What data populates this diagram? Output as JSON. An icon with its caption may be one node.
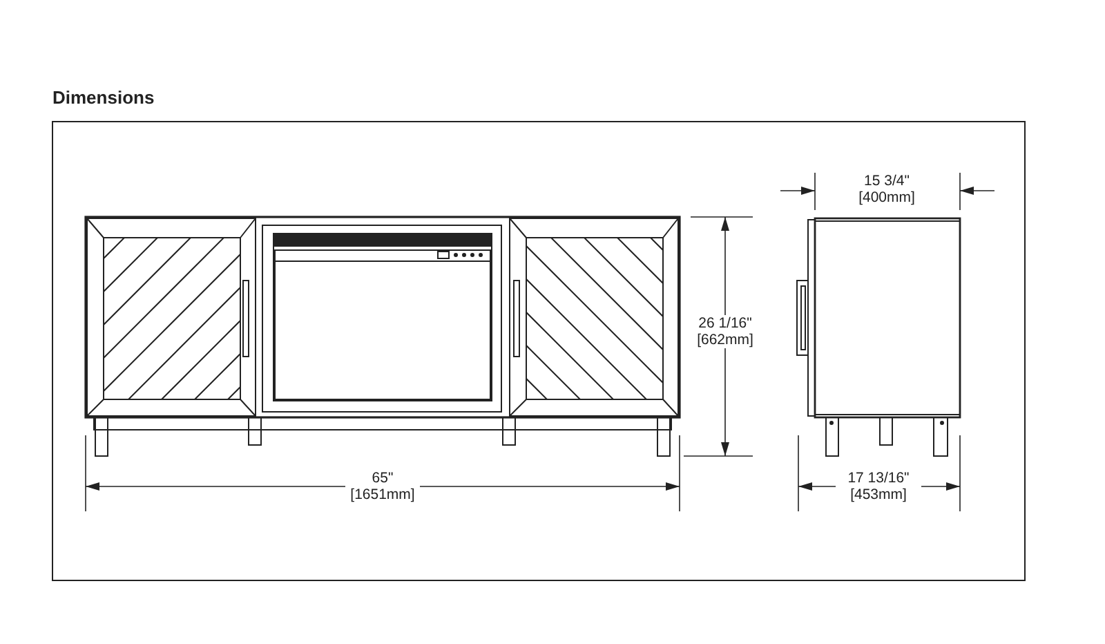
{
  "diagram": {
    "title": "Dimensions",
    "labels": [
      "15 3/4\" [400mm]",
      "26 1/16\" [662mm]",
      "65\" [1651mm]",
      "17 13/16\" [453mm]"
    ]
  }
}
